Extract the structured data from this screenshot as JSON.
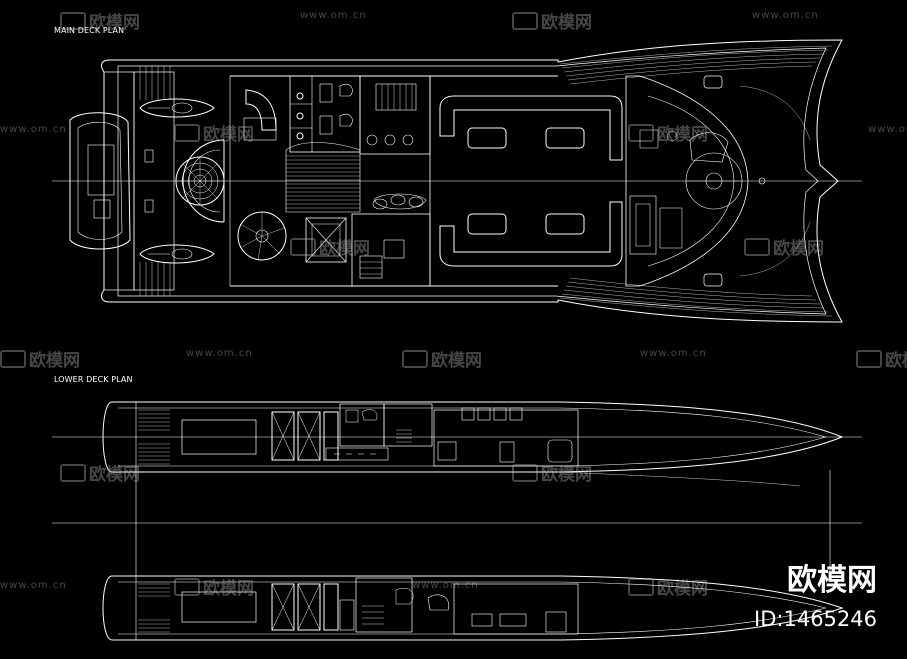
{
  "titles": {
    "main_deck": "MAIN DECK PLAN",
    "lower_deck": "LOWER DECK PLAN"
  },
  "watermark": {
    "url": "www.om.cn",
    "logo_text": "欧模网"
  },
  "brand": {
    "name": "欧模网",
    "id": "ID:1465246"
  },
  "colors": {
    "background": "#000000",
    "line": "#ffffff",
    "watermark": "#c8c8c8"
  }
}
